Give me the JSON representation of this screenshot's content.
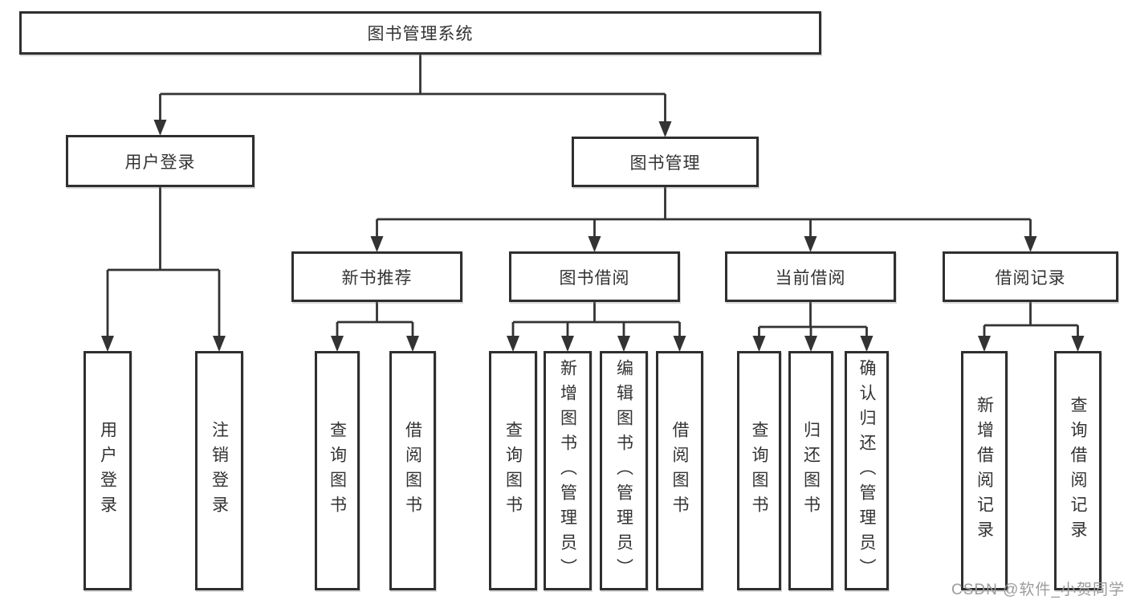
{
  "diagram": {
    "tree": {
      "label": "图书管理系统",
      "children": [
        {
          "label": "用户登录",
          "children": [
            {
              "label": "用户登录"
            },
            {
              "label": "注销登录"
            }
          ]
        },
        {
          "label": "图书管理",
          "children": [
            {
              "label": "新书推荐",
              "children": [
                {
                  "label": "查询图书"
                },
                {
                  "label": "借阅图书"
                }
              ]
            },
            {
              "label": "图书借阅",
              "children": [
                {
                  "label": "查询图书"
                },
                {
                  "label": "新增图书（管理员）"
                },
                {
                  "label": "编辑图书（管理员）"
                },
                {
                  "label": "借阅图书"
                }
              ]
            },
            {
              "label": "当前借阅",
              "children": [
                {
                  "label": "查询图书"
                },
                {
                  "label": "归还图书"
                },
                {
                  "label": "确认归还（管理员）"
                }
              ]
            },
            {
              "label": "借阅记录",
              "children": [
                {
                  "label": "新增借阅记录"
                },
                {
                  "label": "查询借阅记录"
                }
              ]
            }
          ]
        }
      ]
    }
  },
  "watermark": "CSDN @软件_小贺同学",
  "colors": {
    "line": "#333333",
    "box_border": "#2f2f2f",
    "box_background": "#ffffff",
    "text": "#333333",
    "watermark": "#9c9c9c"
  }
}
